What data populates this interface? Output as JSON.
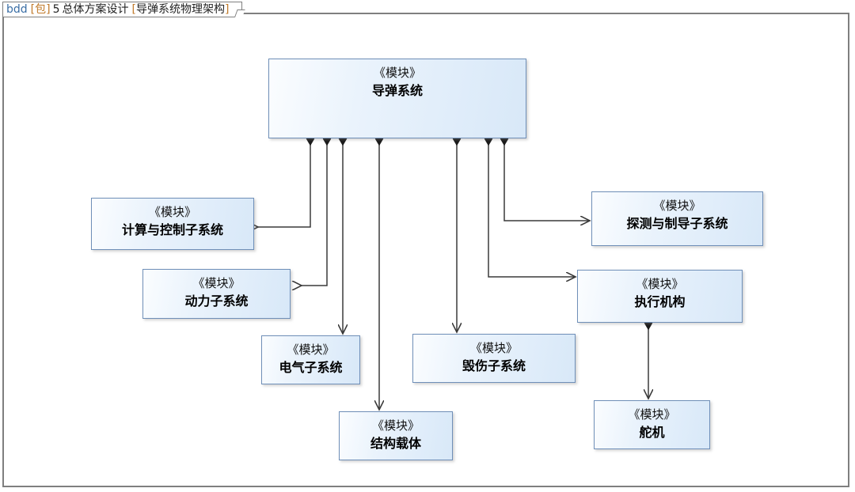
{
  "diagram": {
    "header": {
      "kind": "bdd",
      "package_bracket_open": "[",
      "package_label": "包",
      "package_bracket_close": "]",
      "number": "5",
      "package_name": "总体方案设计",
      "diagram_bracket_open": "[",
      "diagram_name": "导弹系统物理架构",
      "diagram_bracket_close": "]"
    },
    "stereotype": "《模块》",
    "colors": {
      "block_border": "#6f8fb8",
      "block_fill_light": "#fbfdff",
      "block_fill_dark": "#d8e8f8",
      "connector": "#3a3a3a",
      "frame_border": "#7f7f7f",
      "canvas_background": "#ffffff",
      "keyword_text": "#3a6ea5",
      "bracket_text": "#c07a2a"
    },
    "blocks": [
      {
        "id": "missile-system",
        "name": "导弹系统",
        "stereotype": "《模块》"
      },
      {
        "id": "computation-control",
        "name": "计算与控制子系统",
        "stereotype": "《模块》"
      },
      {
        "id": "propulsion",
        "name": "动力子系统",
        "stereotype": "《模块》"
      },
      {
        "id": "electrical",
        "name": "电气子系统",
        "stereotype": "《模块》"
      },
      {
        "id": "structural-carrier",
        "name": "结构载体",
        "stereotype": "《模块》"
      },
      {
        "id": "damage",
        "name": "毁伤子系统",
        "stereotype": "《模块》"
      },
      {
        "id": "detection-guidance",
        "name": "探测与制导子系统",
        "stereotype": "《模块》"
      },
      {
        "id": "actuator",
        "name": "执行机构",
        "stereotype": "《模块》"
      },
      {
        "id": "servo",
        "name": "舵机",
        "stereotype": "《模块》"
      }
    ],
    "compositions": [
      {
        "from": "missile-system",
        "to": "computation-control"
      },
      {
        "from": "missile-system",
        "to": "propulsion"
      },
      {
        "from": "missile-system",
        "to": "electrical"
      },
      {
        "from": "missile-system",
        "to": "structural-carrier"
      },
      {
        "from": "missile-system",
        "to": "damage"
      },
      {
        "from": "missile-system",
        "to": "actuator"
      },
      {
        "from": "missile-system",
        "to": "detection-guidance"
      },
      {
        "from": "actuator",
        "to": "servo"
      }
    ]
  }
}
